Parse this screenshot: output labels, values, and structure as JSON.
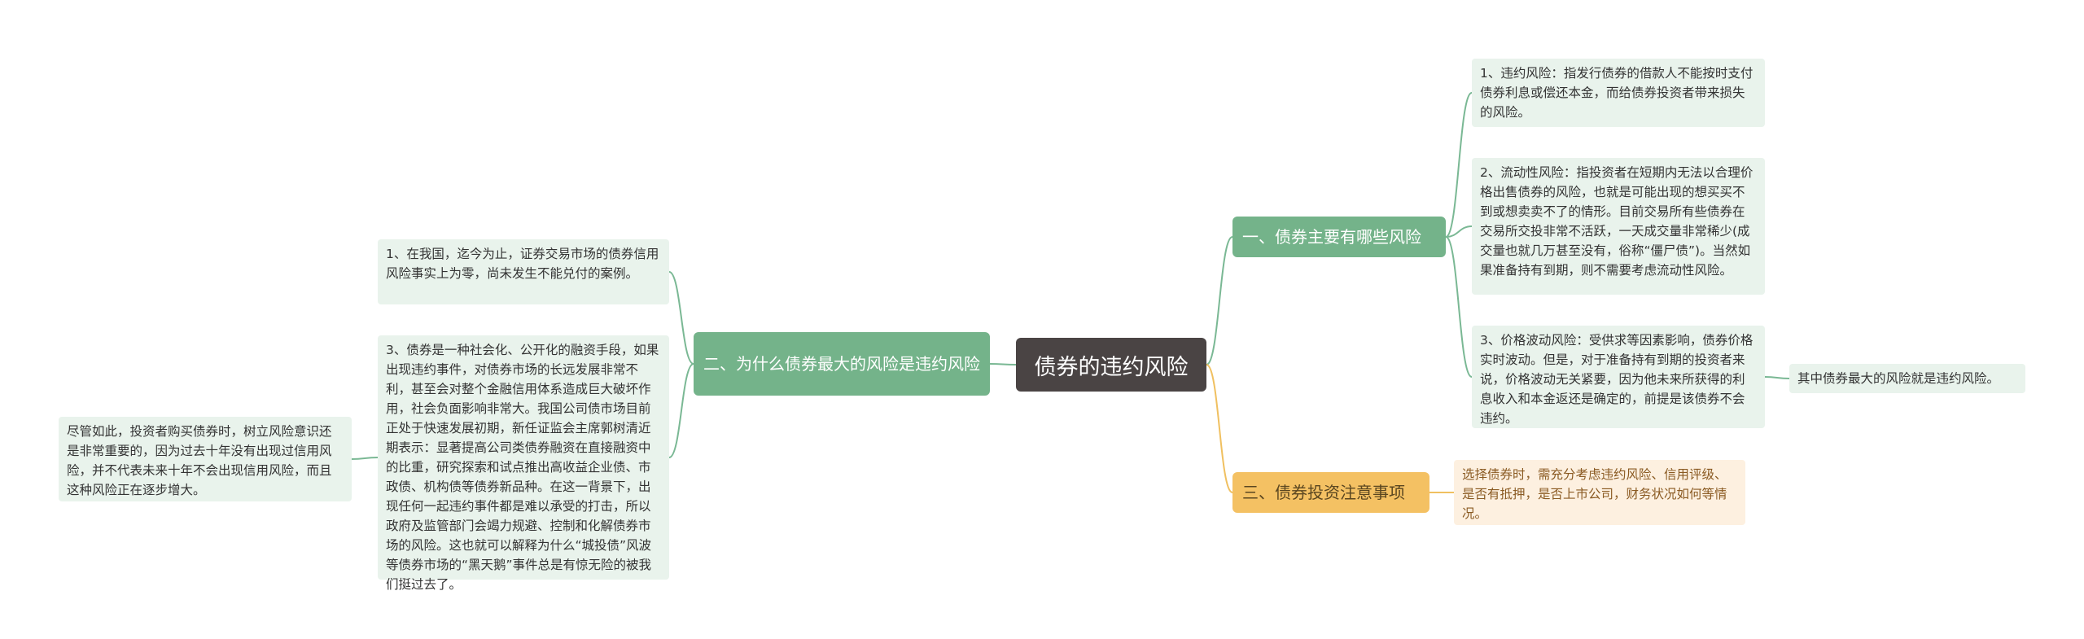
{
  "root": {
    "title": "债券的违约风险"
  },
  "branches": [
    {
      "label": "一、债券主要有哪些风险"
    },
    {
      "label": "三、债券投资注意事项"
    },
    {
      "label": "二、为什么债券最大的风险是违约风险"
    }
  ],
  "leaves": {
    "risk1": "1、违约风险：指发行债券的借款人不能按时支付债券利息或偿还本金，而给债券投资者带来损失的风险。",
    "risk2": "2、流动性风险：指投资者在短期内无法以合理价格出售债券的风险，也就是可能出现的想买买不到或想卖卖不了的情形。目前交易所有些债券在交易所交投非常不活跃，一天成交量非常稀少(成交量也就几万甚至没有，俗称“僵尸债”)。当然如果准备持有到期，则不需要考虑流动性风险。",
    "risk3": "3、价格波动风险：受供求等因素影响，债券价格实时波动。但是，对于准备持有到期的投资者来说，价格波动无关紧要，因为他未来所获得的利息收入和本金返还是确定的，前提是该债券不会违约。",
    "risk3_child": "其中债券最大的风险就是违约风险。",
    "note": "选择债券时，需充分考虑违约风险、信用评级、是否有抵押，是否上市公司，财务状况如何等情况。",
    "why1": "1、在我国，迄今为止，证券交易市场的债券信用风险事实上为零，尚未发生不能兑付的案例。",
    "why3": "3、债券是一种社会化、公开化的融资手段，如果出现违约事件，对债券市场的长远发展非常不利，甚至会对整个金融信用体系造成巨大破坏作用，社会负面影响非常大。我国公司债市场目前正处于快速发展初期，新任证监会主席郭树清近期表示：显著提高公司类债券融资在直接融资中的比重，研究探索和试点推出高收益企业债、市政债、机构债等债券新品种。在这一背景下，出现任何一起违约事件都是难以承受的打击，所以政府及监管部门会竭力规避、控制和化解债券市场的风险。这也就可以解释为什么“城投债”风波等债券市场的“黑天鹅”事件总是有惊无险的被我们挺过去了。",
    "why3_child": "尽管如此，投资者购买债券时，树立风险意识还是非常重要的，因为过去十年没有出现过信用风险，并不代表未来十年不会出现信用风险，而且这种风险正在逐步增大。"
  },
  "colors": {
    "green_line": "#7ab894",
    "orange_line": "#f0c060"
  }
}
